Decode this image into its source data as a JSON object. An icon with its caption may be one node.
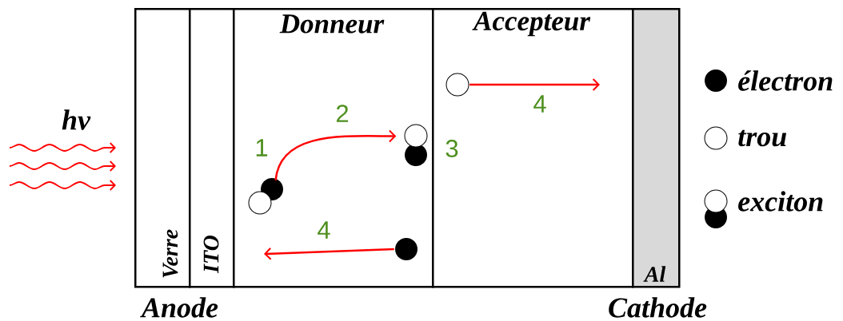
{
  "diagram": {
    "nodes": [
      {
        "text": [
          "Verre"
        ]
      },
      {
        "text": [
          "ITO"
        ]
      },
      {
        "text": [
          "Donneur"
        ]
      },
      {
        "text": [
          "Accepteur"
        ]
      },
      {
        "text": [
          "Al"
        ]
      },
      {
        "text": [],
        "shape": "circle",
        "in": 2
      },
      {
        "text": [],
        "shape": "circle",
        "in": 2
      },
      {
        "text": [],
        "shape": "circle",
        "in": 2
      },
      {
        "text": [],
        "shape": "circle",
        "in": 3
      }
    ],
    "edges": [
      {
        "from": 5,
        "to": 6,
        "arrow": "to",
        "label": "2"
      },
      {
        "from": 7,
        "to": null,
        "arrow": "to",
        "label": "4"
      },
      {
        "from": 8,
        "to": null,
        "arrow": "to",
        "label": "4"
      }
    ],
    "labels": [
      "hν",
      "1",
      "3",
      "Anode",
      "Cathode"
    ],
    "legend": [
      {
        "text": "électron"
      },
      {
        "text": "trou"
      },
      {
        "text": "exciton"
      }
    ]
  }
}
